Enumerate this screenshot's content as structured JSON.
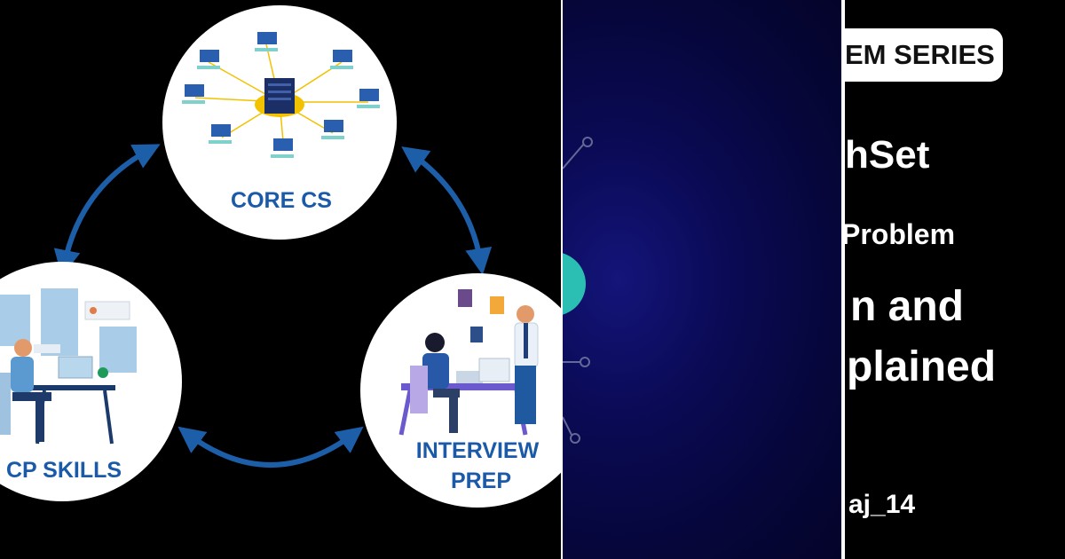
{
  "left_diagram": {
    "nodes": [
      {
        "id": "core",
        "label": "CORE CS"
      },
      {
        "id": "cp",
        "label": "CP SKILLS"
      },
      {
        "id": "interview",
        "label_line1": "INTERVIEW",
        "label_line2": "PREP"
      }
    ],
    "colors": {
      "arrow": "#1c5fa8",
      "label": "#1a5aa8",
      "circle": "#ffffff",
      "background": "#000000"
    }
  },
  "middle_panel": {
    "colors": {
      "accent": "#2bbfb4",
      "background": "#0a0a55"
    }
  },
  "right_panel": {
    "badge": "EM SERIES",
    "line1": "hSet",
    "line2": "Problem",
    "line3": "n and",
    "line4": "plained",
    "handle": "aj_14"
  }
}
